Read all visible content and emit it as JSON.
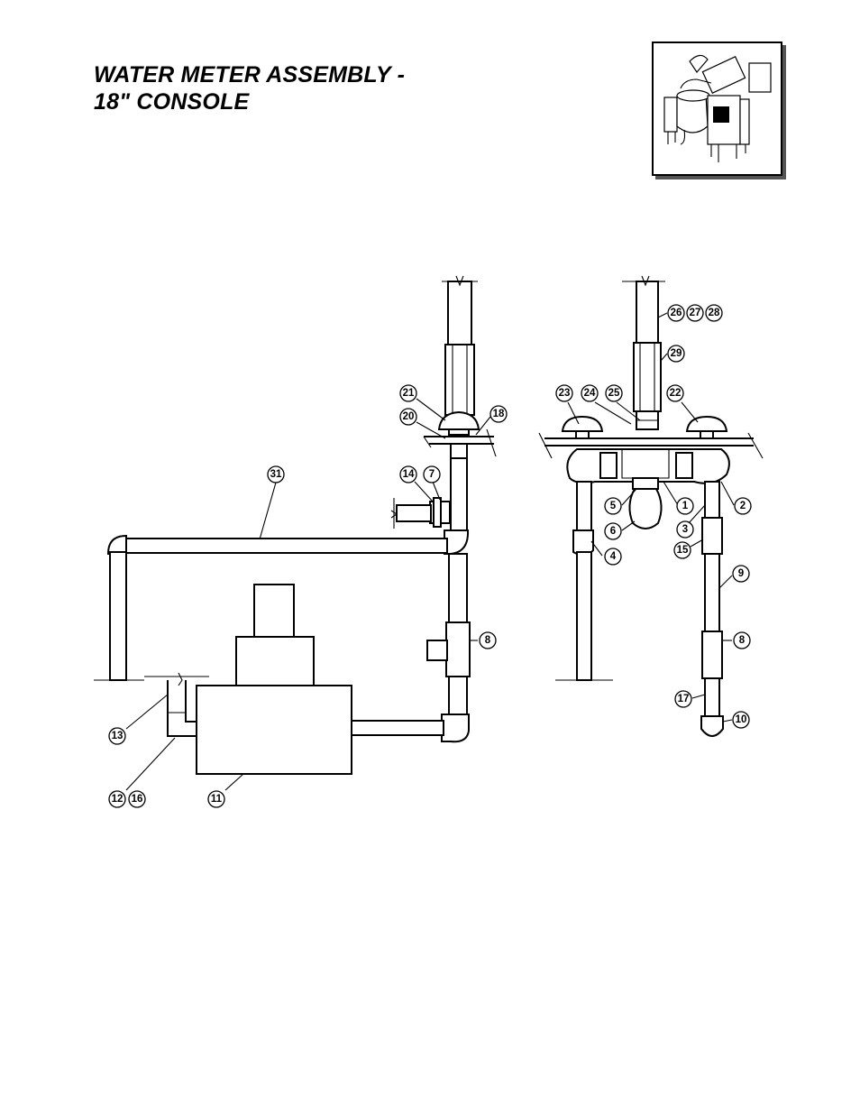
{
  "title": {
    "line1": "WATER METER ASSEMBLY -",
    "line2": "18\" CONSOLE"
  },
  "thumbnail": {
    "icon": "kettle-console-location-icon"
  },
  "callouts": {
    "c31": "31",
    "c21": "21",
    "c20": "20",
    "c18": "18",
    "c14": "14",
    "c7": "7",
    "c8a": "8",
    "c13": "13",
    "c12": "12",
    "c16": "16",
    "c11": "11",
    "c26": "26",
    "c27": "27",
    "c28": "28",
    "c29": "29",
    "c23": "23",
    "c24": "24",
    "c25": "25",
    "c22": "22",
    "c5": "5",
    "c1": "1",
    "c2": "2",
    "c6": "6",
    "c3": "3",
    "c4": "4",
    "c15": "15",
    "c9": "9",
    "c8b": "8",
    "c17": "17",
    "c10": "10"
  }
}
